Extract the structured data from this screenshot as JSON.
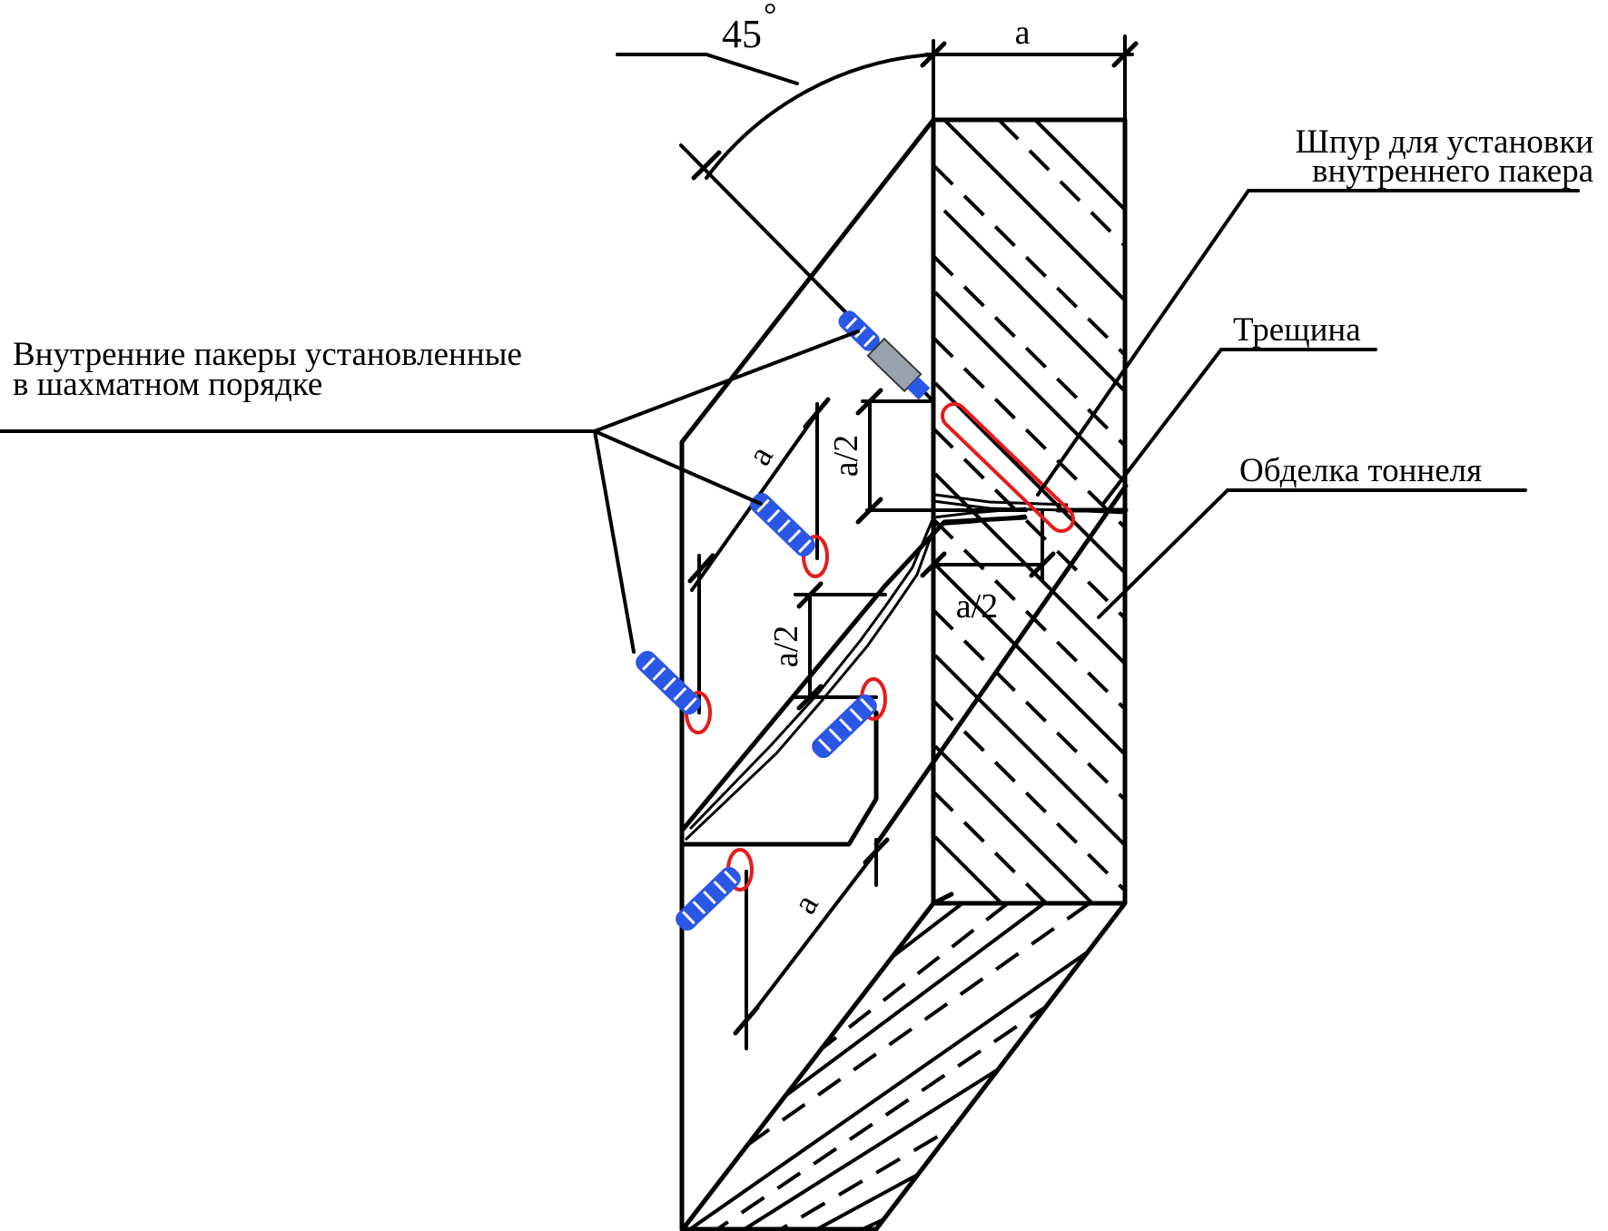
{
  "labels": {
    "packers": [
      "Внутренние пакеры установленные",
      "в шахматном порядке"
    ],
    "borehole": [
      "Шпур для установки",
      "внутреннего пакера"
    ],
    "crack": "Трещина",
    "lining": "Обделка тоннеля"
  },
  "dimensions": {
    "angle": "45",
    "degree_mark": "°",
    "width_top": "a",
    "spacing_upper": "a",
    "spacing_lower": "a",
    "half_left": "a/2",
    "half_center": "a/2",
    "half_right": "a/2"
  },
  "colors": {
    "packer_body": "#2b57e6",
    "hole_outline": "#e41c1c",
    "lines": "#000000"
  }
}
